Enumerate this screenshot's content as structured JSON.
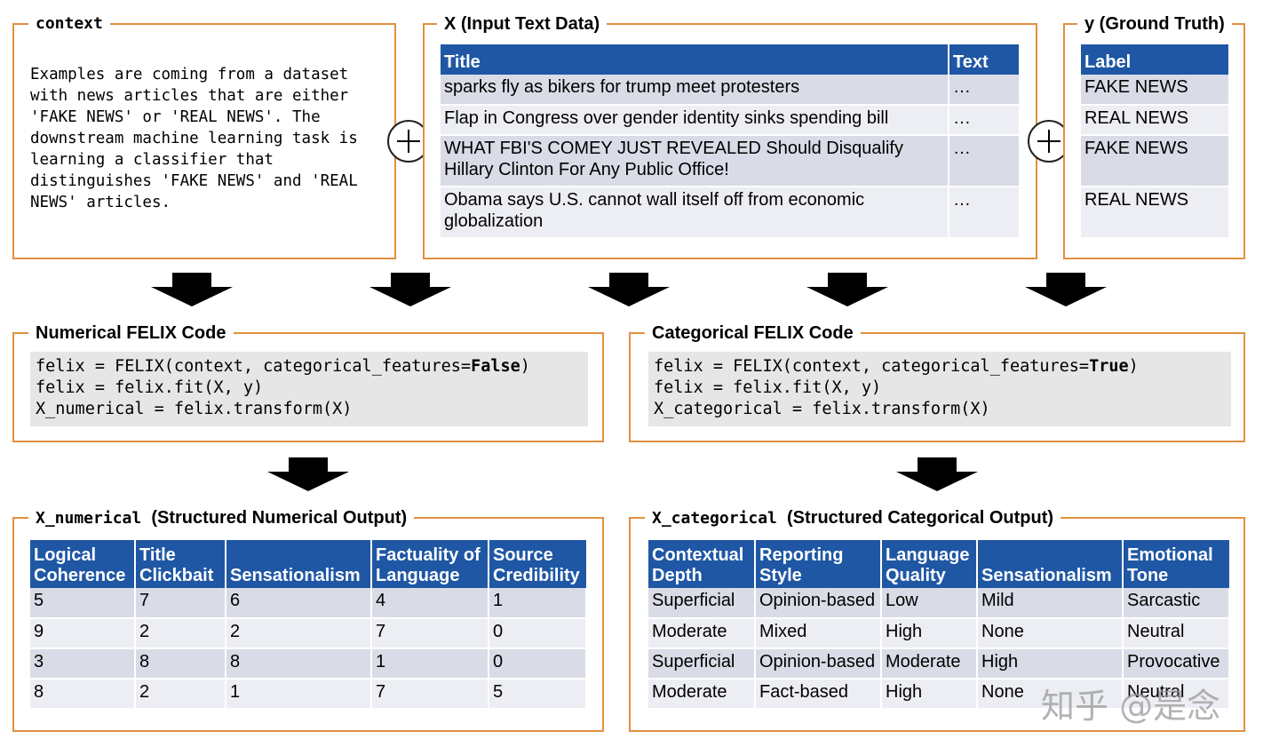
{
  "context_panel": {
    "title": "context",
    "text": "Examples are coming from a dataset\nwith news articles that are either\n'FAKE NEWS' or 'REAL NEWS'. The\ndownstream machine learning task is\nlearning a classifier that\ndistinguishes 'FAKE NEWS' and 'REAL\nNEWS' articles."
  },
  "x_panel": {
    "title": "X (Input Text Data)",
    "headers": [
      "Title",
      "Text"
    ],
    "rows": [
      [
        "sparks fly as bikers for trump meet protesters",
        "…"
      ],
      [
        "Flap in Congress over gender identity sinks spending bill",
        "…"
      ],
      [
        "WHAT FBI'S COMEY JUST REVEALED Should Disqualify Hillary Clinton For Any Public Office!",
        "…"
      ],
      [
        "Obama says U.S. cannot wall itself off from economic globalization",
        "…"
      ]
    ]
  },
  "y_panel": {
    "title": "y (Ground Truth)",
    "header": "Label",
    "rows": [
      "FAKE NEWS",
      "REAL NEWS",
      "FAKE NEWS",
      "REAL NEWS"
    ]
  },
  "numerical_code": {
    "title": "Numerical FELIX Code",
    "line1_pre": "felix = FELIX(context, categorical_features=",
    "line1_kw": "False",
    "line1_post": ")",
    "line2": "felix = felix.fit(X, y)",
    "line3": "X_numerical = felix.transform(X)"
  },
  "categorical_code": {
    "title": "Categorical FELIX Code",
    "line1_pre": "felix = FELIX(context, categorical_features=",
    "line1_kw": "True",
    "line1_post": ")",
    "line2": "felix = felix.fit(X, y)",
    "line3": "X_categorical = felix.transform(X)"
  },
  "numerical_output": {
    "title_code": "X_numerical",
    "title_text": "(Structured Numerical Output)",
    "headers": [
      "Logical Coherence",
      "Title Clickbait",
      "Sensationalism",
      "Factuality of Language",
      "Source Credibility"
    ],
    "rows": [
      [
        "5",
        "7",
        "6",
        "4",
        "1"
      ],
      [
        "9",
        "2",
        "2",
        "7",
        "0"
      ],
      [
        "3",
        "8",
        "8",
        "1",
        "0"
      ],
      [
        "8",
        "2",
        "1",
        "7",
        "5"
      ]
    ]
  },
  "categorical_output": {
    "title_code": "X_categorical",
    "title_text": "(Structured Categorical Output)",
    "headers": [
      "Contextual Depth",
      "Reporting Style",
      "Language Quality",
      "Sensationalism",
      "Emotional Tone"
    ],
    "rows": [
      [
        "Superficial",
        "Opinion-based",
        "Low",
        "Mild",
        "Sarcastic"
      ],
      [
        "Moderate",
        "Mixed",
        "High",
        "None",
        "Neutral"
      ],
      [
        "Superficial",
        "Opinion-based",
        "Moderate",
        "High",
        "Provocative"
      ],
      [
        "Moderate",
        "Fact-based",
        "High",
        "None",
        "Neutral"
      ]
    ]
  },
  "watermark": "知乎 @是念",
  "colors": {
    "border": "#e2903f",
    "header": "#1f57a4",
    "row_dark": "#d9dce6",
    "row_light": "#eceef3",
    "code_bg": "#e6e6e6"
  }
}
